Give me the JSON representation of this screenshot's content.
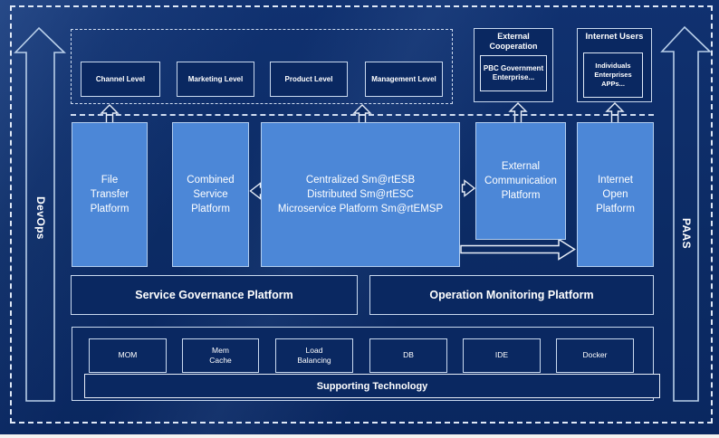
{
  "rails": {
    "left_label": "DevOps",
    "right_label": "PAAS"
  },
  "levels": [
    "Channel Level",
    "Marketing Level",
    "Product Level",
    "Management Level"
  ],
  "external_cooperation": {
    "title": "External\nCooperation",
    "members": "PBC Government\nEnterprise..."
  },
  "internet_users": {
    "title": "Internet Users",
    "members": "Individuals\nEnterprises\nAPPs..."
  },
  "platforms": {
    "file_transfer": "File\nTransfer\nPlatform",
    "combined_service": "Combined\nService\nPlatform",
    "esb_suite": "Centralized Sm@rtESB\nDistributed Sm@rtESC\nMicroservice Platform Sm@rtEMSP",
    "external_communication": "External\nCommunication\nPlatform",
    "internet_open": "Internet\nOpen\nPlatform"
  },
  "management": {
    "service_governance": "Service Governance Platform",
    "operation_monitoring": "Operation Monitoring Platform"
  },
  "technologies": [
    "MOM",
    "Mem\nCache",
    "Load\nBalancing",
    "DB",
    "IDE",
    "Docker"
  ],
  "supporting_technology_label": "Supporting Technology",
  "colors": {
    "background": "#0c2b64",
    "panel_fill": "#0a2861",
    "platform_fill": "#4c87d7",
    "platform_border": "#b3cef0",
    "line": "#e8eef8",
    "text": "#ffffff"
  }
}
